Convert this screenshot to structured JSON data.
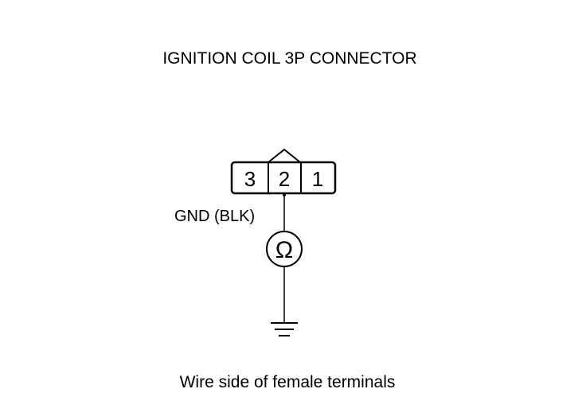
{
  "diagram": {
    "title": "IGNITION COIL 3P CONNECTOR",
    "pins": [
      "3",
      "2",
      "1"
    ],
    "ground_label": "GND (BLK)",
    "meter_symbol": "Ω",
    "footer": "Wire side of female terminals",
    "icons": {
      "meter": "ohmmeter-icon",
      "ground": "ground-symbol-icon"
    },
    "colors": {
      "line": "#000000",
      "background": "#ffffff"
    }
  }
}
